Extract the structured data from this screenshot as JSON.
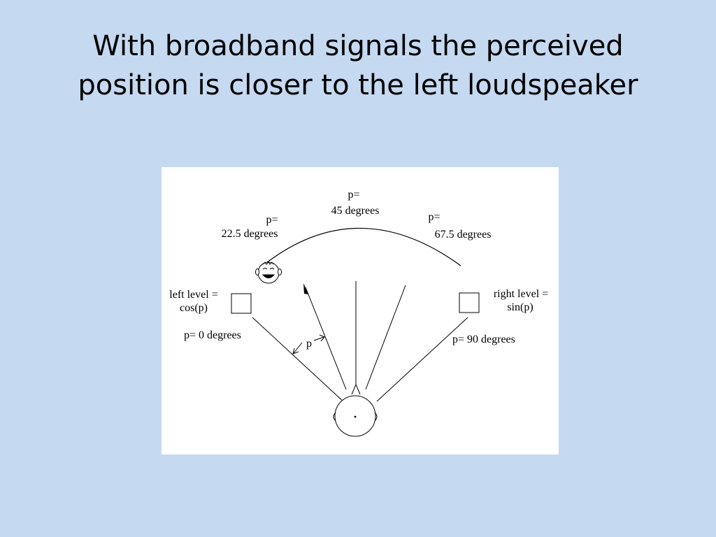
{
  "slide": {
    "title_line1": "With broadband signals the perceived",
    "title_line2": "position is closer to the left loudspeaker"
  },
  "diagram": {
    "labels": {
      "p45_line1": "p=",
      "p45_line2": "45 degrees",
      "p22_line1": "p=",
      "p22_line2": "22.5 degrees",
      "p67_line1": "p=",
      "p67_line2": "67.5 degrees",
      "left_level_line1": "left level =",
      "left_level_line2": "cos(p)",
      "right_level_line1": "right level =",
      "right_level_line2": "sin(p)",
      "p0": "p=  0 degrees",
      "p90": "p= 90 degrees",
      "p_angle": "p"
    }
  },
  "colors": {
    "background": "#c5d9f1",
    "panel": "#ffffff",
    "ink": "#000000"
  }
}
